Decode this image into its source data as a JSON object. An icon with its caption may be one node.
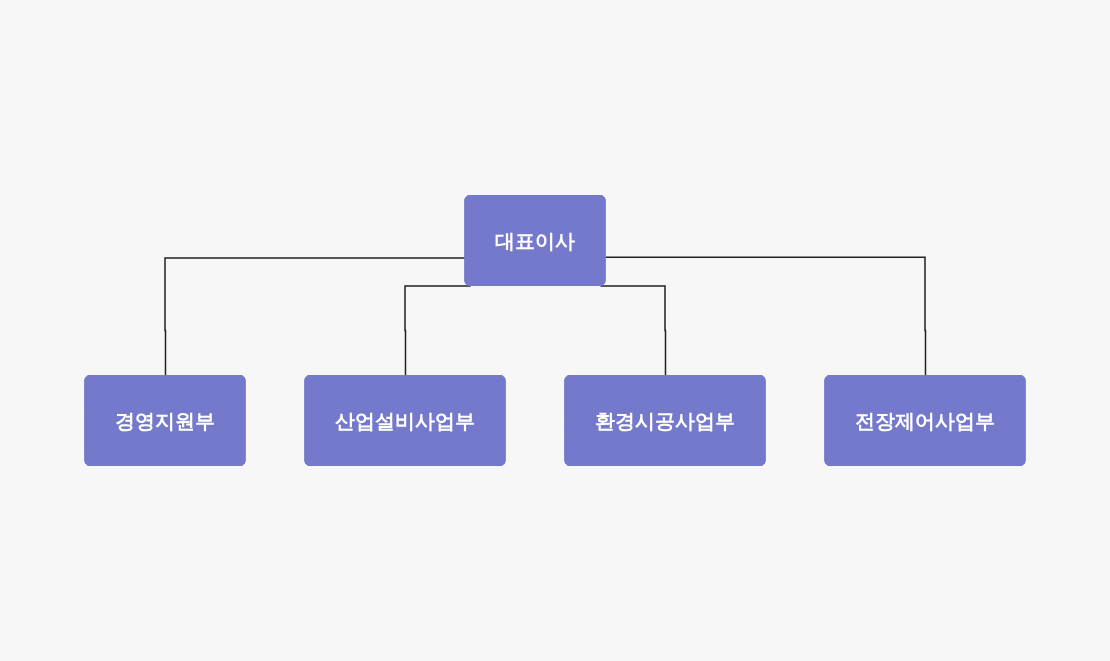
{
  "diagram": {
    "nodes": [
      {
        "text": [
          "대표이사"
        ]
      },
      {
        "text": [
          "경영지원부"
        ]
      },
      {
        "text": [
          "산업설비사업부"
        ]
      },
      {
        "text": [
          "환경시공사업부"
        ]
      },
      {
        "text": [
          "전장제어사업부"
        ]
      }
    ],
    "edges": [
      {
        "from": 0,
        "to": 1,
        "arrow": "none"
      },
      {
        "from": 0,
        "to": 2,
        "arrow": "none"
      },
      {
        "from": 0,
        "to": 3,
        "arrow": "none"
      },
      {
        "from": 0,
        "to": 4,
        "arrow": "none"
      }
    ]
  }
}
